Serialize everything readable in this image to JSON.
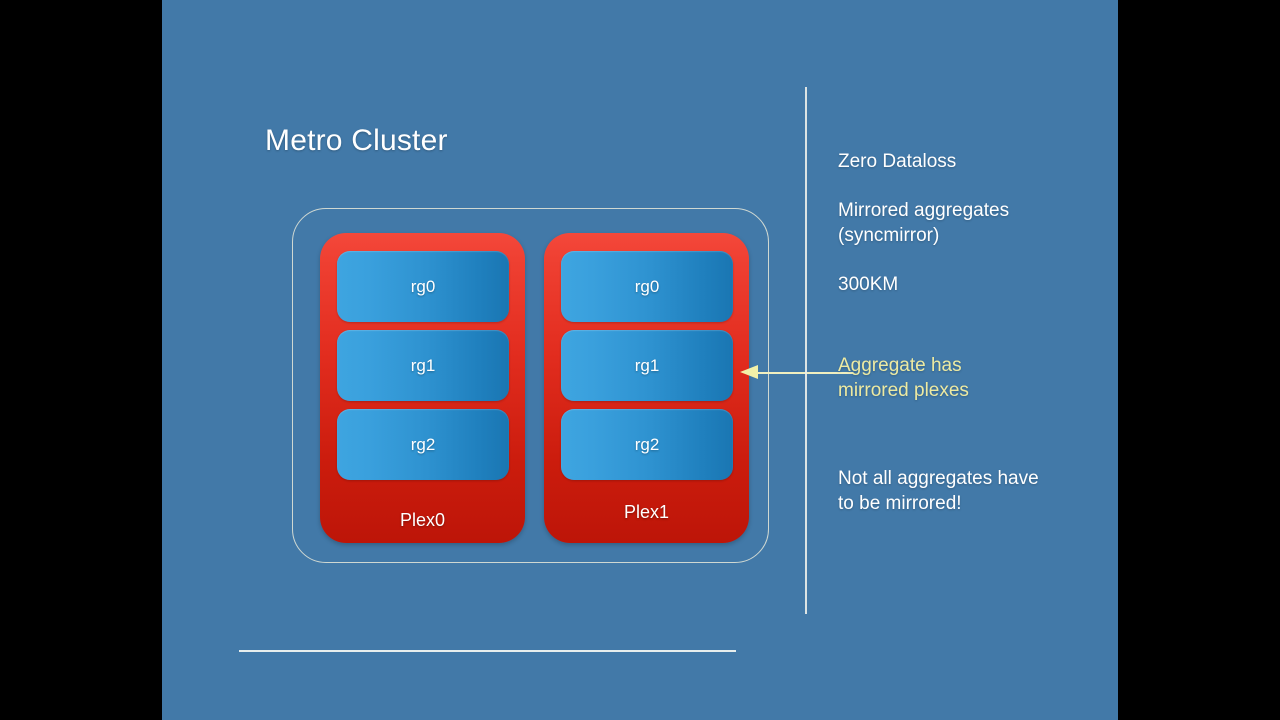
{
  "slide": {
    "title": "Metro Cluster",
    "background_color": "#4279a8",
    "letterbox_color": "#000000"
  },
  "diagram": {
    "outline_label": "aggregate-outline",
    "plexes": [
      {
        "label": "Plex0",
        "raid_groups": [
          {
            "label": "rg0"
          },
          {
            "label": "rg1"
          },
          {
            "label": "rg2"
          }
        ]
      },
      {
        "label": "Plex1",
        "raid_groups": [
          {
            "label": "rg0"
          },
          {
            "label": "rg1"
          },
          {
            "label": "rg2"
          }
        ]
      }
    ],
    "colors": {
      "plex_top": "#f4483b",
      "plex_bottom": "#bd1508",
      "rg_left": "#3ea5e0",
      "rg_right": "#1a76b2",
      "outline_stroke": "#cfd8d2"
    }
  },
  "notes": {
    "zero_dataloss": "Zero Dataloss",
    "mirrored_aggregates": "Mirrored aggregates\n(syncmirror)",
    "distance": "300KM",
    "mirrored_plexes": "Aggregate has\nmirrored plexes",
    "not_all_mirrored": "Not all aggregates have\nto be mirrored!",
    "highlight_color": "#edeaa2",
    "text_color": "#ffffff"
  },
  "callout": {
    "arrow_color": "#f2f0a8",
    "line_color": "#f0efc0"
  },
  "rules": {
    "divider_color": "#e9eee9",
    "bottom_rule_color": "#f0f4f0"
  }
}
